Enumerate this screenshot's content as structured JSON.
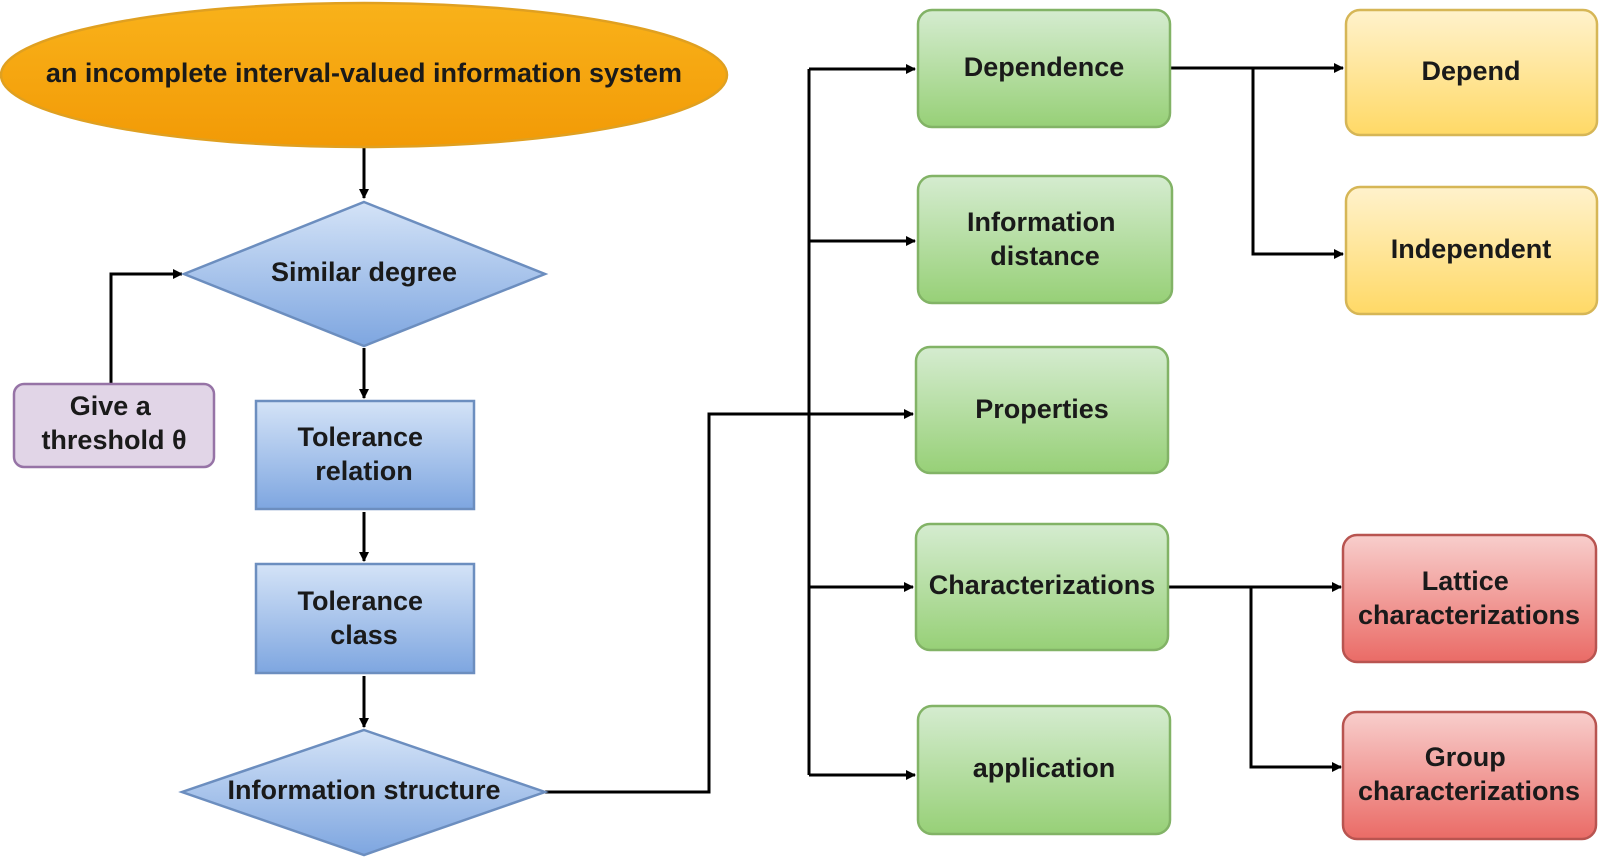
{
  "nodes": {
    "start": {
      "lines": [
        "an incomplete interval-valued information system"
      ]
    },
    "similar": {
      "lines": [
        "Similar degree"
      ]
    },
    "threshold": {
      "lines": [
        "Give a",
        "threshold θ"
      ]
    },
    "tol_rel": {
      "lines": [
        "Tolerance",
        "relation"
      ]
    },
    "tol_class": {
      "lines": [
        "Tolerance",
        "class"
      ]
    },
    "info_struct": {
      "lines": [
        "Information structure"
      ]
    },
    "dependence": {
      "lines": [
        "Dependence"
      ]
    },
    "info_dist": {
      "lines": [
        "Information",
        "distance"
      ]
    },
    "properties": {
      "lines": [
        "Properties"
      ]
    },
    "charact": {
      "lines": [
        "Characterizations"
      ]
    },
    "application": {
      "lines": [
        "application"
      ]
    },
    "depend": {
      "lines": [
        "Depend"
      ]
    },
    "independent": {
      "lines": [
        "Independent"
      ]
    },
    "lattice": {
      "lines": [
        "Lattice",
        "characterizations"
      ]
    },
    "group": {
      "lines": [
        "Group",
        "characterizations"
      ]
    }
  },
  "colors": {
    "orange_fill": "#f5a30f",
    "orange_stroke": "#e0a020",
    "blue_fill_top": "#d4e3f7",
    "blue_fill_bottom": "#7ea6e0",
    "blue_stroke": "#6c8ebf",
    "purple_fill": "#e1d5e7",
    "purple_stroke": "#9673a6",
    "green_fill_top": "#d5ecd0",
    "green_fill_bottom": "#97d077",
    "green_stroke": "#82b366",
    "yellow_fill_top": "#fff2cc",
    "yellow_fill_bottom": "#ffd966",
    "yellow_stroke": "#d6b656",
    "red_fill_top": "#f8cecc",
    "red_fill_bottom": "#ea6b66",
    "red_stroke": "#b85450"
  }
}
